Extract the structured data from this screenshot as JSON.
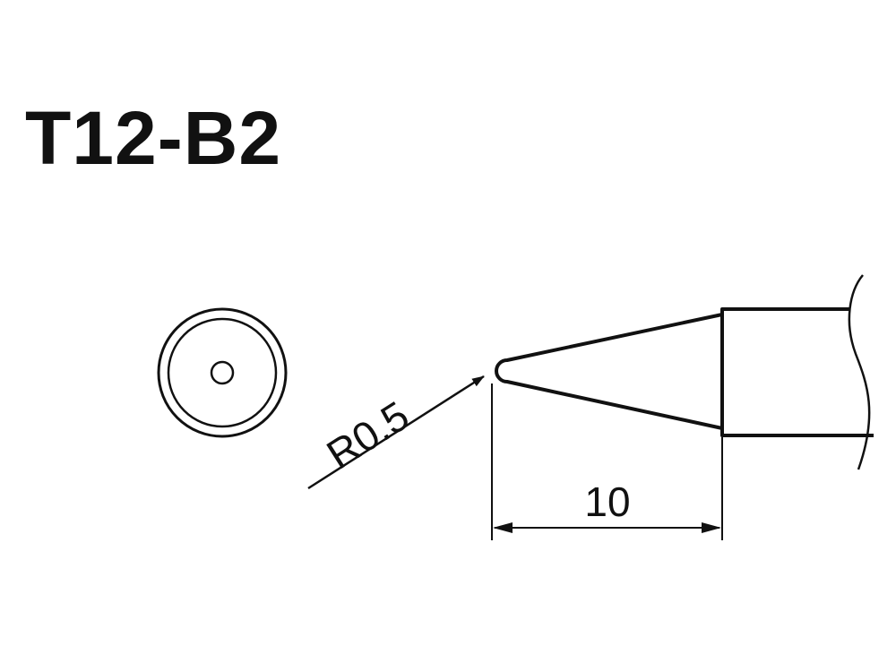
{
  "title": "T12-B2",
  "annotations": {
    "radius_label": "R0.5",
    "length_label": "10"
  },
  "colors": {
    "line": "#111111",
    "background": "#ffffff"
  }
}
